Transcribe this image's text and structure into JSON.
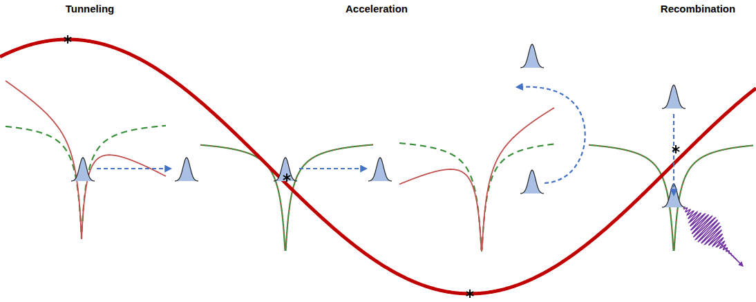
{
  "diagram": {
    "labels": [
      "Tunneling",
      "Acceleration",
      "Recombination"
    ]
  }
}
